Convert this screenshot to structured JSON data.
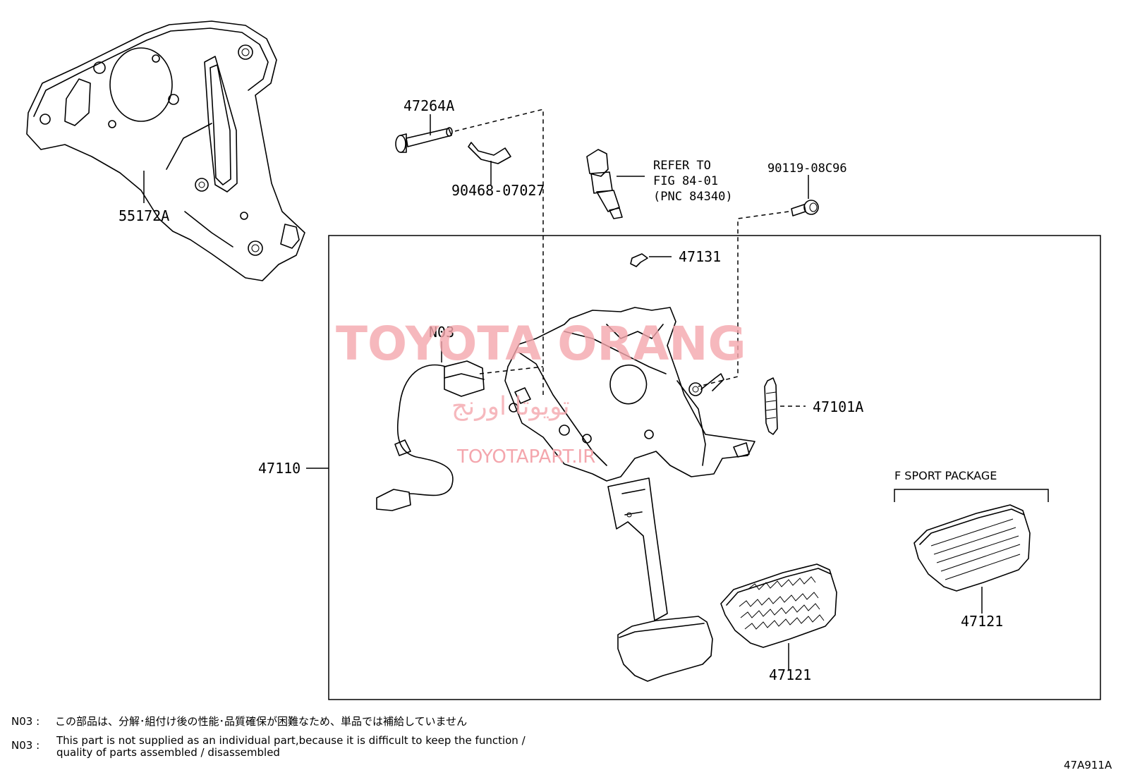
{
  "labels": {
    "pin": "47264A",
    "clip": "90468-07027",
    "bracket": "55172A",
    "refer_line1": "REFER TO",
    "refer_line2": "FIG 84-01",
    "refer_line3": "(PNC 84340)",
    "bolt": "90119-08C96",
    "cushion": "47131",
    "n03": "N03",
    "spring": "47101A",
    "assembly": "47110",
    "pad_std": "47121",
    "pad_sport": "47121",
    "sport_package": "F SPORT PACKAGE"
  },
  "notes": {
    "jp_code": "N03 :",
    "jp_text": "この部品は、分解･組付け後の性能･品質確保が困難なため、単品では補給していません",
    "en_code": "N03 :",
    "en_line1": "This part is not supplied as an individual part,because it is difficult to keep the function /",
    "en_line2": "quality of parts assembled / disassembled"
  },
  "figure_id": "47A911A",
  "watermarks": {
    "main": "TOYOTA ORANG",
    "arabic": "تويوتا اورنج",
    "site": "TOYOTAPART.IR"
  }
}
